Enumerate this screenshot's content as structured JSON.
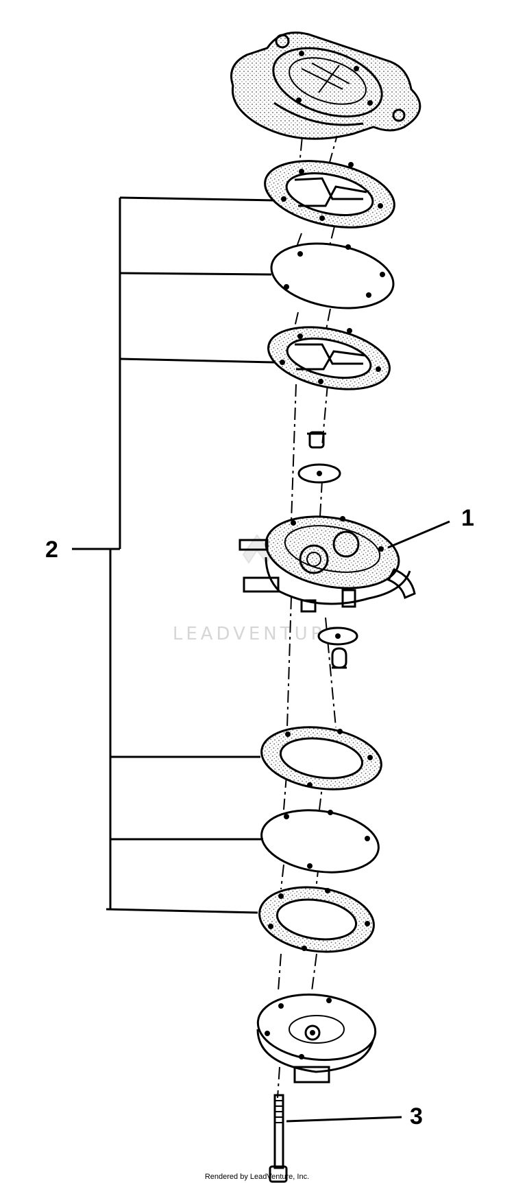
{
  "diagram": {
    "callouts": [
      {
        "id": "1",
        "label": "1"
      },
      {
        "id": "2",
        "label": "2"
      },
      {
        "id": "3",
        "label": "3"
      }
    ],
    "watermark": "LEADVENTURE",
    "footer": "Rendered by LeadVenture, Inc."
  },
  "colors": {
    "ink": "#000000",
    "watermark": "#d6d6d6",
    "background": "#ffffff"
  }
}
